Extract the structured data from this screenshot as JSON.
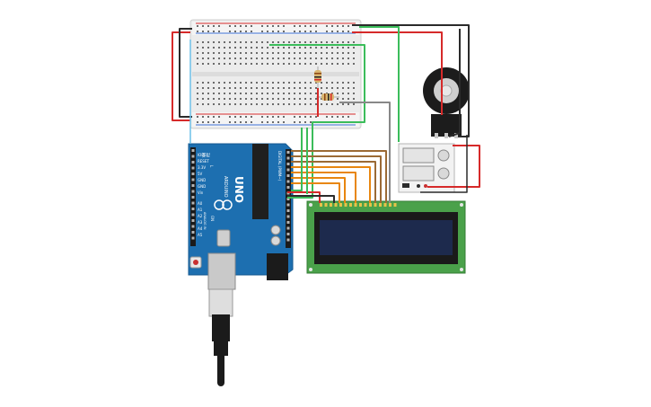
{
  "arduino": {
    "model": "UNO",
    "brand": "ARDUINO",
    "digital_header": "DIGITAL (PWM~)",
    "analog_header": "ANALOG IN",
    "tx": "TX",
    "rx": "RX",
    "on": "ON",
    "l": "L",
    "pwr_labels": [
      "IOREF",
      "RESET",
      "3.3V",
      "5V",
      "GND",
      "GND",
      "Vin"
    ],
    "analog_pins": [
      "A0",
      "A1",
      "A2",
      "A3",
      "A4",
      "A5"
    ]
  },
  "breadboard": {
    "top_signs": [
      "+",
      "-"
    ]
  },
  "colors": {
    "wire_red": "#d62a2a",
    "wire_black": "#2b2b2b",
    "wire_green": "#3bbd5b",
    "wire_orange": "#e8860f",
    "wire_brown": "#9b6a35",
    "wire_blue": "#6cc0e8",
    "wire_gray": "#888888",
    "arduino_blue": "#1d6fb0",
    "lcd_green": "#4aa14a",
    "lcd_screen": "#1d2a4d"
  },
  "icons": [
    "arduino-logo-icon",
    "usb-plug-icon",
    "reset-button-icon"
  ]
}
